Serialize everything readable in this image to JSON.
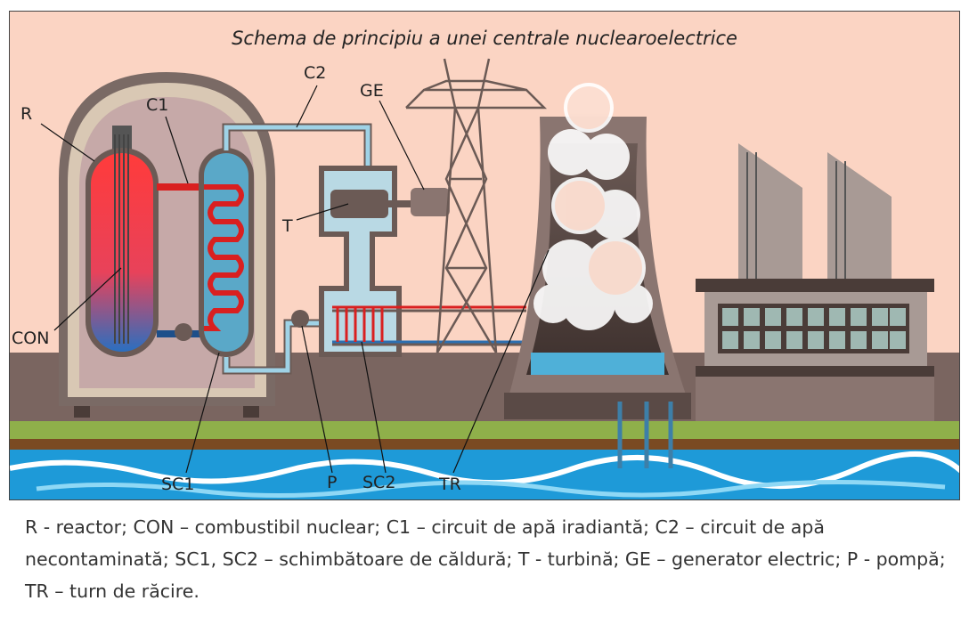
{
  "title": "Schema de principiu a unei centrale nuclearoelectrice",
  "labels": {
    "R": "R",
    "C1": "C1",
    "C2": "C2",
    "GE": "GE",
    "T": "T",
    "CON": "CON",
    "SC1": "SC1",
    "P": "P",
    "SC2": "SC2",
    "TR": "TR"
  },
  "caption": "R - reactor; CON – combustibil nuclear; C1 – circuit de apă iradiantă; C2 – circuit de apă necontaminată; SC1, SC2 – schimbătoare de căldură; T - turbină; GE – generator electric; P - pompă; TR – turn de răcire.",
  "colors": {
    "background": "#fbd4c3",
    "water": "#1e9ad8",
    "hot": "#e53030",
    "cold": "#2d6fb0"
  }
}
